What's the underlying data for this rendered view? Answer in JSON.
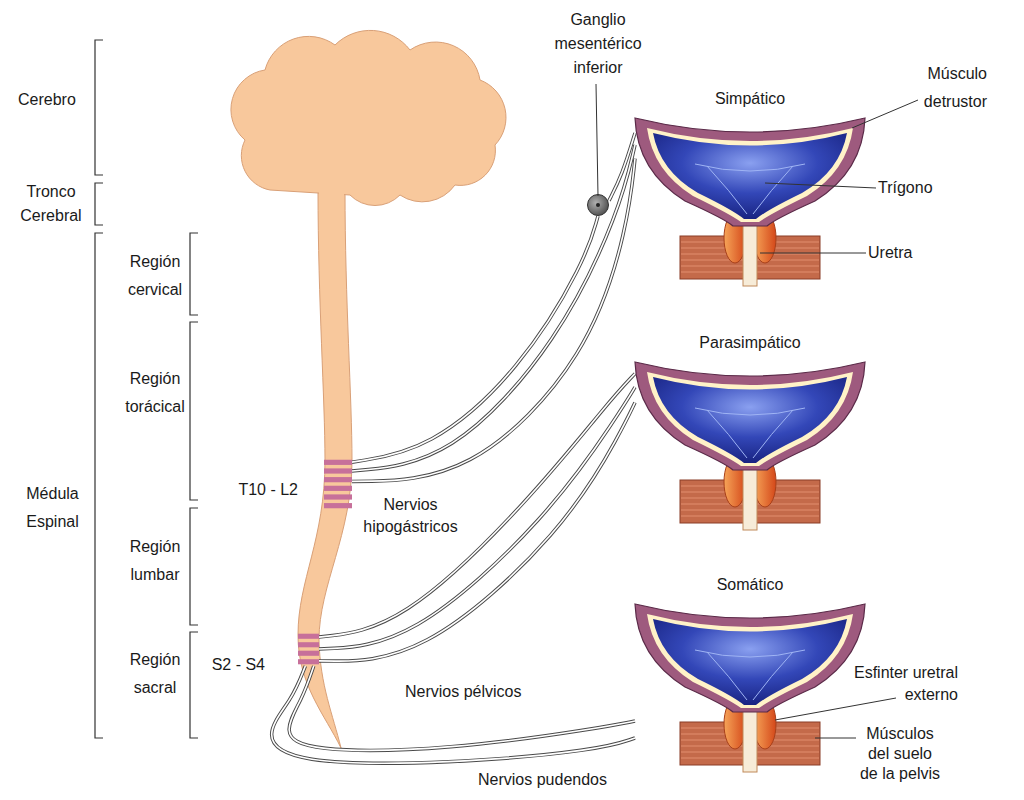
{
  "diagram": {
    "nodes": [
      {
        "text": [
          "T10 - L2"
        ]
      },
      {
        "text": [
          "S2 - S4"
        ]
      },
      {
        "text": [
          "Ganglio mesentérico inferior"
        ]
      },
      {
        "text": [
          "Simpático"
        ]
      },
      {
        "text": [
          "Parasimpático"
        ]
      },
      {
        "text": [
          "Somático"
        ]
      }
    ],
    "edges": [
      {
        "from": 0,
        "to": 2,
        "arrow": "none"
      },
      {
        "from": 2,
        "to": 3,
        "arrow": "none"
      },
      {
        "from": 0,
        "to": 3,
        "arrow": "none"
      },
      {
        "from": 0,
        "to": 3,
        "arrow": "none"
      },
      {
        "from": 1,
        "to": 4,
        "arrow": "none"
      },
      {
        "from": 1,
        "to": 4,
        "arrow": "none"
      },
      {
        "from": 1,
        "to": 4,
        "arrow": "none"
      },
      {
        "from": 1,
        "to": 5,
        "arrow": "none"
      },
      {
        "from": 1,
        "to": 5,
        "arrow": "none"
      }
    ],
    "labels": [
      "Cerebro",
      "Tronco Cerebral",
      "Región cervical",
      "Región torácical",
      "Médula Espinal",
      "Región lumbar",
      "Región sacral",
      "Músculo detrustor",
      "Trígono",
      "Uretra",
      "Nervios hipogástricos",
      "Nervios pélvicos",
      "Esfinter uretral externo",
      "Músculos del suelo de la pelvis",
      "Nervios pudendos"
    ]
  }
}
